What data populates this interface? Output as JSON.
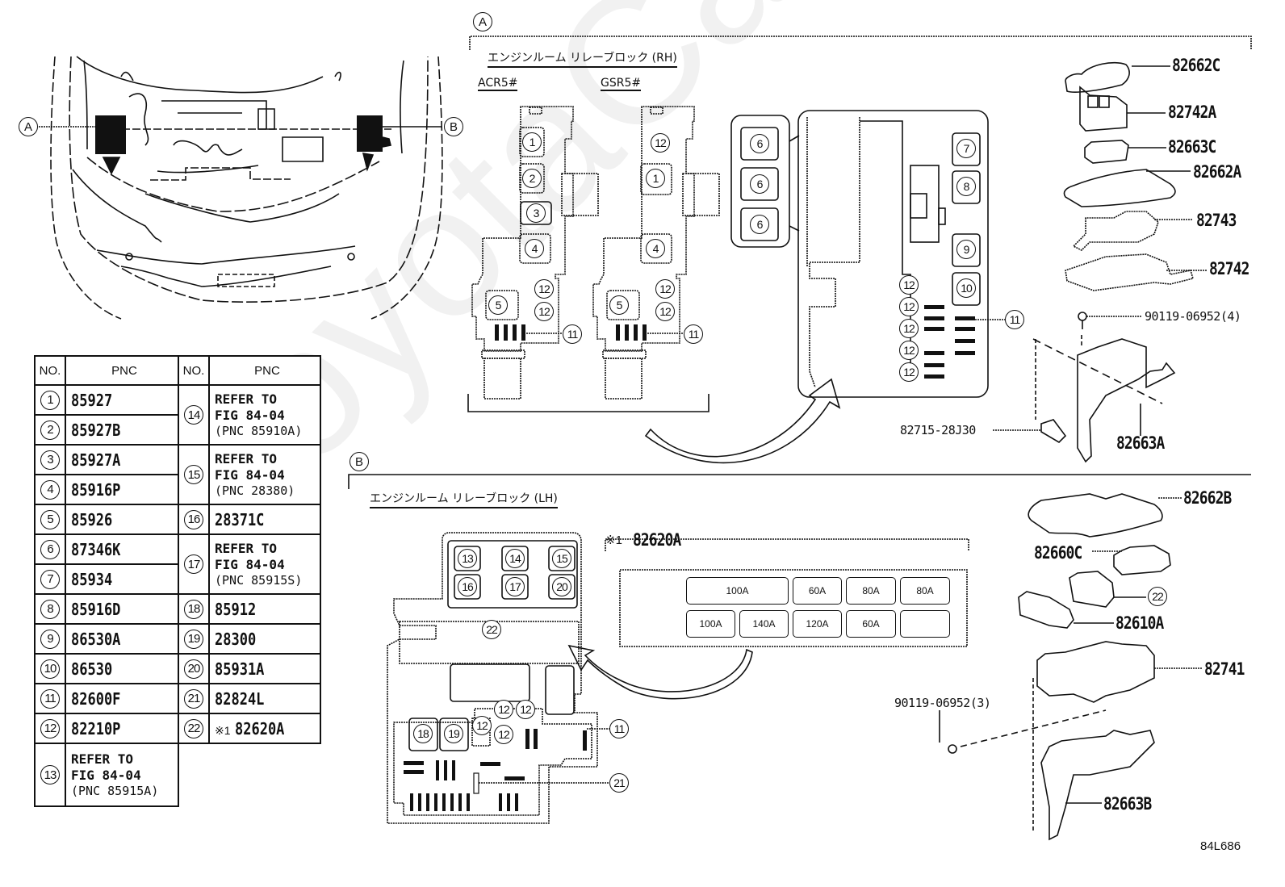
{
  "watermark": "ToyotaCarMac.ru",
  "figure_code": "84L686",
  "overview": {
    "callout_a": "A",
    "callout_b": "B"
  },
  "section_a": {
    "marker": "A",
    "title": "エンジンルーム リレーブロック (RH)",
    "variant_1": "ACR5#",
    "variant_2": "GSR5#",
    "acr_slots": [
      "1",
      "2",
      "3",
      "4",
      "5",
      "12",
      "12",
      "11"
    ],
    "gsr_slots": [
      "12",
      "1",
      "4",
      "5",
      "12",
      "12",
      "11"
    ],
    "side_relays": [
      "6",
      "6",
      "6"
    ],
    "main_block_slots": [
      "7",
      "8",
      "9",
      "10",
      "12",
      "12",
      "12",
      "12",
      "12",
      "11"
    ],
    "parts": [
      {
        "label": "82662C"
      },
      {
        "label": "82742A"
      },
      {
        "label": "82663C"
      },
      {
        "label": "82662A"
      },
      {
        "label": "82743"
      },
      {
        "label": "82742"
      },
      {
        "label": "90119-06952(4)"
      },
      {
        "label": "82715-28J30"
      },
      {
        "label": "82663A"
      }
    ]
  },
  "section_b": {
    "marker": "B",
    "title": "エンジンルーム リレーブロック (LH)",
    "block_slots_top": [
      "13",
      "14",
      "15",
      "16",
      "17",
      "20"
    ],
    "block_slot_22": "22",
    "block_slots_bottom": [
      "18",
      "19",
      "12",
      "12",
      "12",
      "12",
      "11",
      "21"
    ],
    "fusible_link": {
      "note_mark": "※1",
      "part": "82620A",
      "row1": [
        "100A",
        "60A",
        "80A",
        "80A"
      ],
      "row2": [
        "100A",
        "140A",
        "120A",
        "60A",
        ""
      ]
    },
    "parts": [
      {
        "label": "82662B"
      },
      {
        "label": "82660C"
      },
      {
        "label": "22"
      },
      {
        "label": "82610A"
      },
      {
        "label": "82741"
      },
      {
        "label": "90119-06952(3)"
      },
      {
        "label": "82663B"
      }
    ]
  },
  "pnc_table": {
    "headers": [
      "NO.",
      "PNC",
      "NO.",
      "PNC"
    ],
    "left": [
      {
        "no": "1",
        "pnc": "85927"
      },
      {
        "no": "2",
        "pnc": "85927B"
      },
      {
        "no": "3",
        "pnc": "85927A"
      },
      {
        "no": "4",
        "pnc": "85916P"
      },
      {
        "no": "5",
        "pnc": "85926"
      },
      {
        "no": "6",
        "pnc": "87346K"
      },
      {
        "no": "7",
        "pnc": "85934"
      },
      {
        "no": "8",
        "pnc": "85916D"
      },
      {
        "no": "9",
        "pnc": "86530A"
      },
      {
        "no": "10",
        "pnc": "86530"
      },
      {
        "no": "11",
        "pnc": "82600F"
      },
      {
        "no": "12",
        "pnc": "82210P"
      },
      {
        "no": "13",
        "line1": "REFER TO",
        "line2": "FIG 84-04",
        "line3": "(PNC 85915A)"
      }
    ],
    "right": [
      {
        "no": "14",
        "line1": "REFER TO",
        "line2": "FIG 84-04",
        "line3": "(PNC 85910A)"
      },
      {
        "no": "15",
        "line1": "REFER TO",
        "line2": "FIG 84-04",
        "line3": "(PNC 28380)"
      },
      {
        "no": "16",
        "pnc": "28371C"
      },
      {
        "no": "17",
        "line1": "REFER TO",
        "line2": "FIG 84-04",
        "line3": "(PNC 85915S)"
      },
      {
        "no": "18",
        "pnc": "85912"
      },
      {
        "no": "19",
        "pnc": "28300"
      },
      {
        "no": "20",
        "pnc": "85931A"
      },
      {
        "no": "21",
        "pnc": "82824L"
      },
      {
        "no": "22",
        "note": "※1",
        "pnc": "82620A"
      }
    ]
  }
}
